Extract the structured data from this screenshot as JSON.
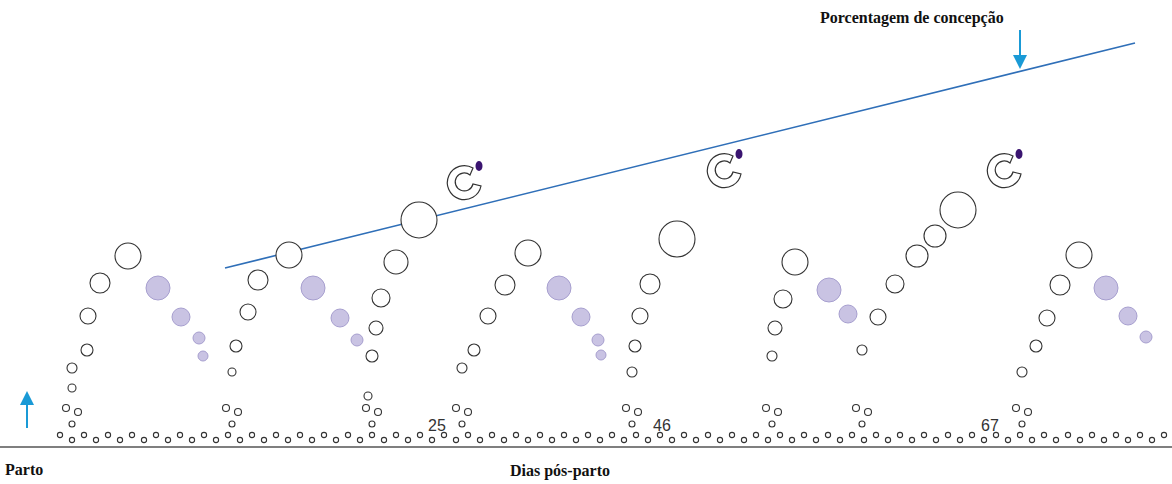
{
  "diagram": {
    "labels": [
      "Porcentagem de concepção",
      "Parto",
      "Dias pós-parto",
      "25",
      "46",
      "67"
    ]
  }
}
